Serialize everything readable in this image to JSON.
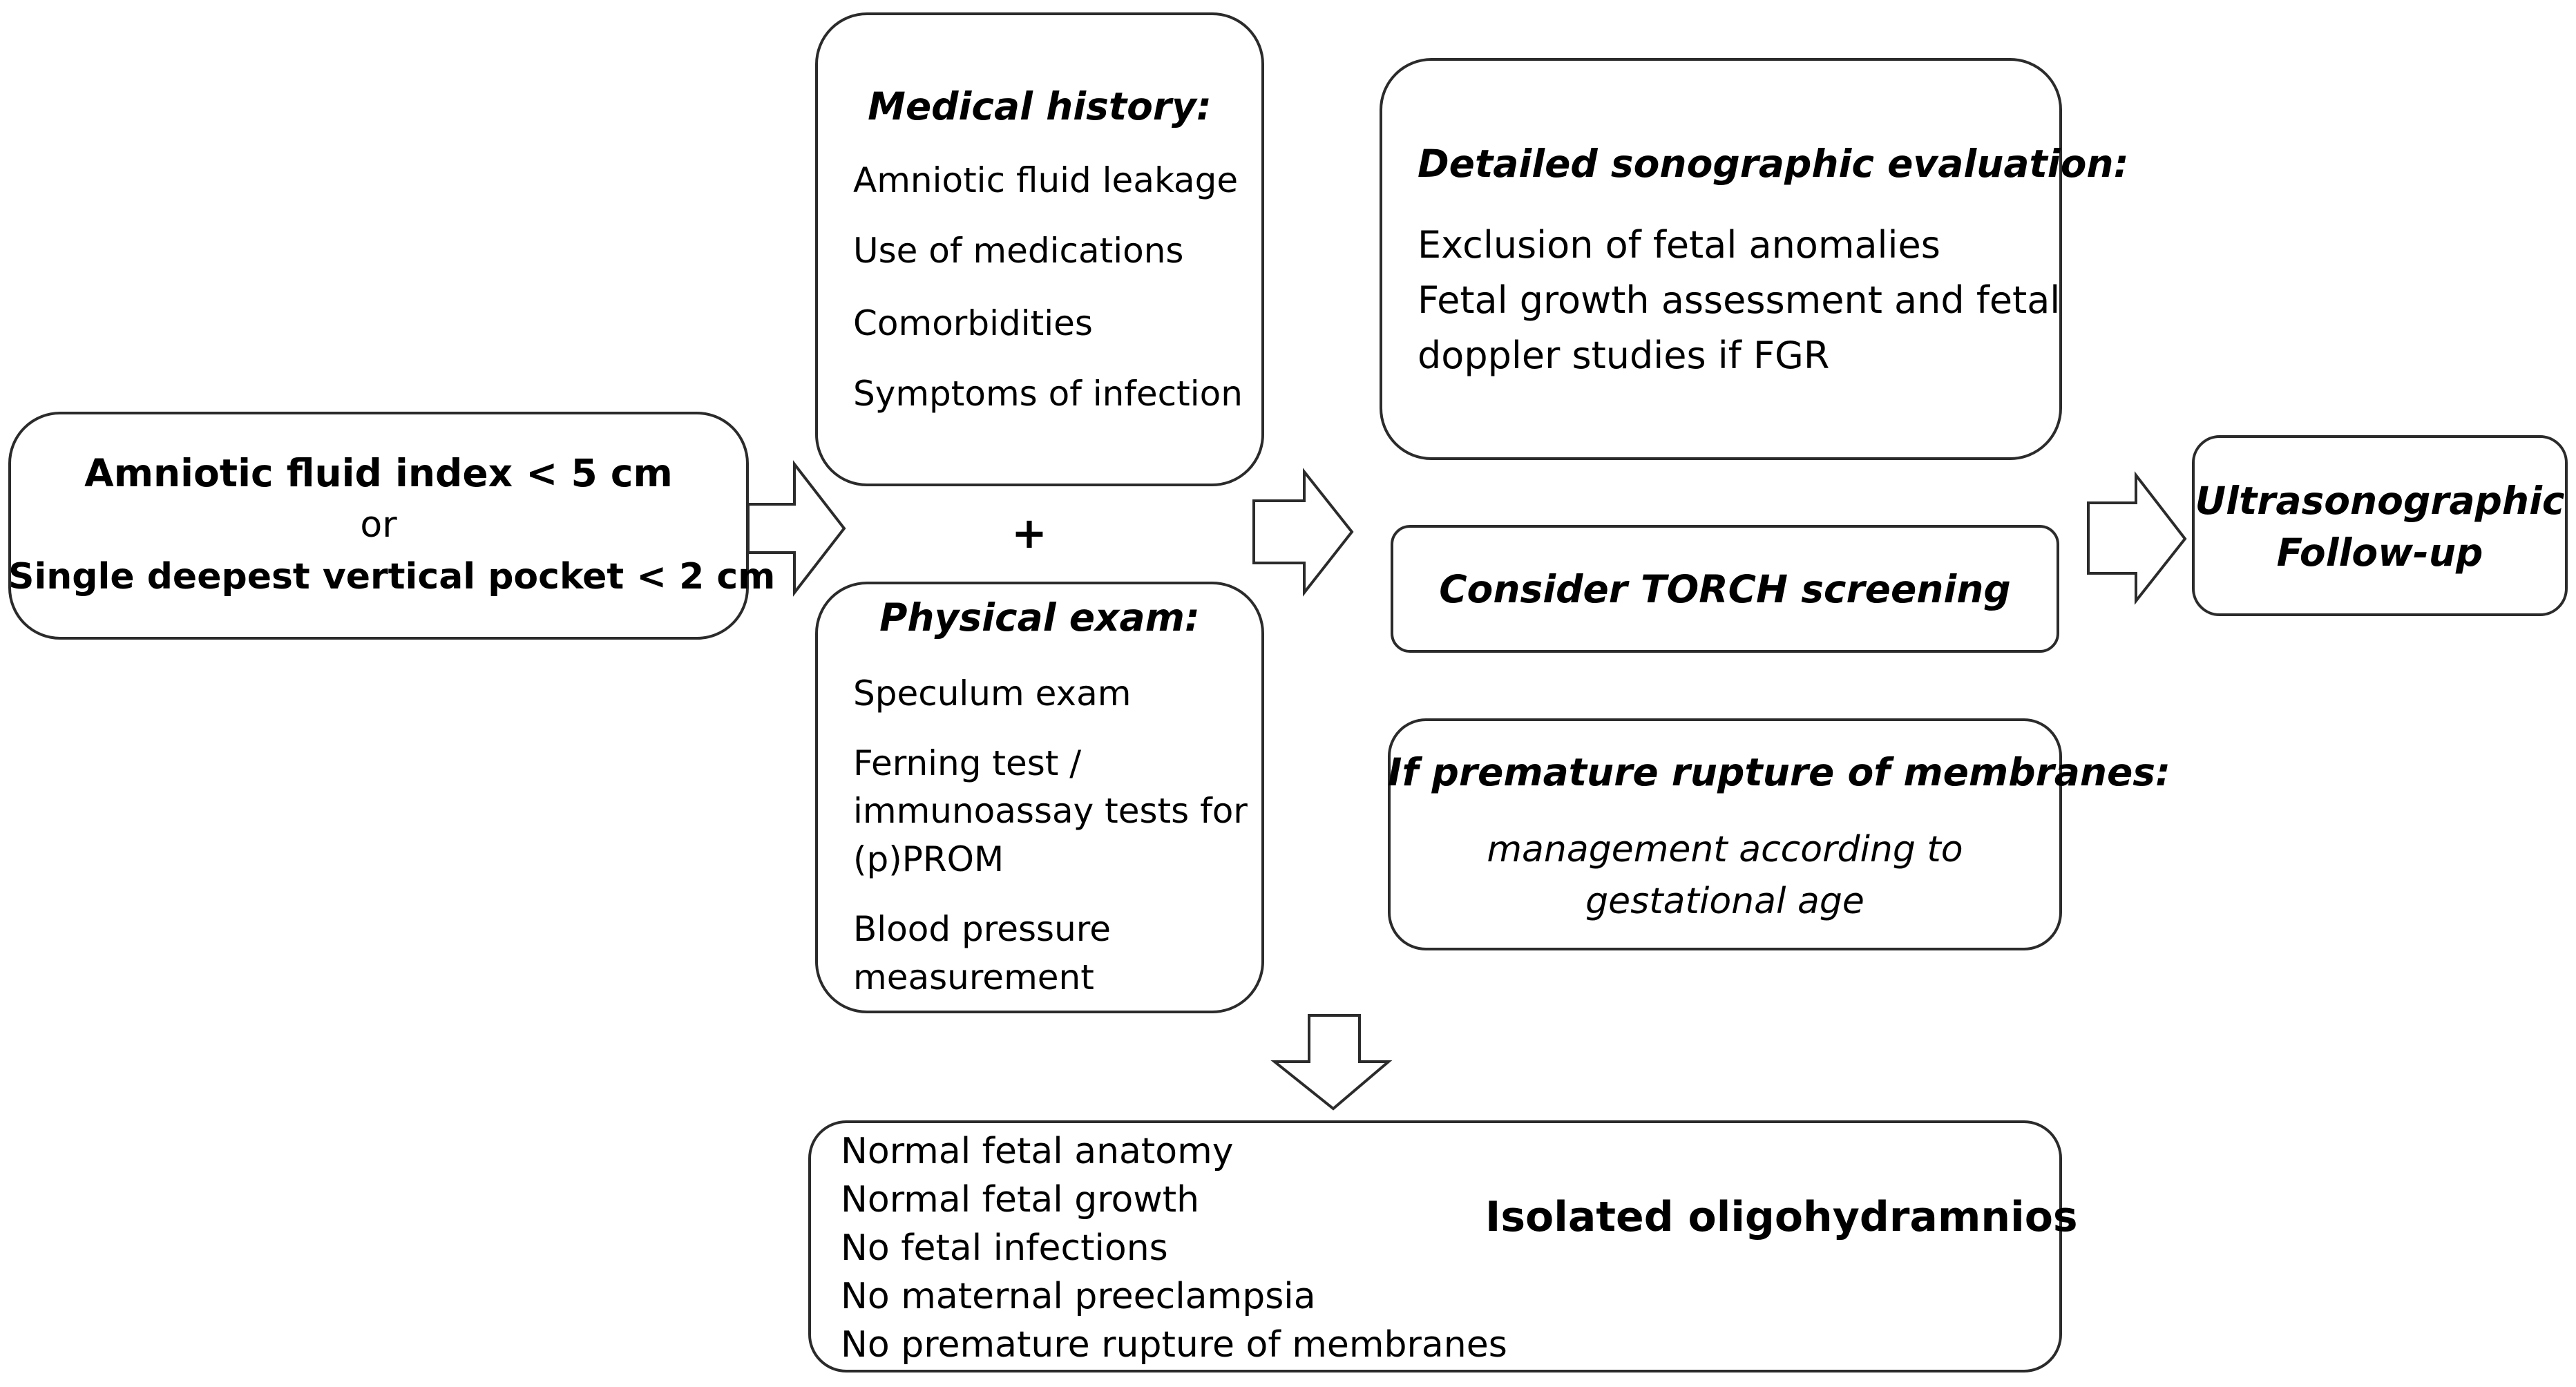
{
  "criteria": {
    "line1": "Amniotic fluid index < 5 cm",
    "line2": "or",
    "line3": "Single deepest vertical pocket < 2 cm"
  },
  "medical_history": {
    "title": "Medical history:",
    "items": [
      "Amniotic fluid leakage",
      "Use of medications",
      "Comorbidities",
      "Symptoms of infection"
    ]
  },
  "plus": "+",
  "physical_exam": {
    "title": "Physical exam:",
    "items": [
      [
        "Speculum exam"
      ],
      [
        "Ferning test /",
        "immunoassay tests for",
        "(p)PROM"
      ],
      [
        "Blood pressure",
        "measurement"
      ]
    ]
  },
  "sonographic": {
    "title": "Detailed sonographic evaluation:",
    "lines": [
      "Exclusion of fetal anomalies",
      "Fetal growth assessment and fetal",
      "doppler studies if FGR"
    ]
  },
  "torch": {
    "label": "Consider TORCH screening"
  },
  "prom": {
    "title": "If premature rupture of membranes:",
    "lines": [
      "management according to",
      "gestational age"
    ]
  },
  "followup": {
    "lines": [
      "Ultrasonographic",
      "Follow-up"
    ]
  },
  "isolated": {
    "conditions": [
      "Normal fetal anatomy",
      "Normal fetal growth",
      "No fetal infections",
      "No maternal preeclampsia",
      "No premature rupture of membranes"
    ],
    "result": "Isolated oligohydramnios"
  },
  "colors": {
    "border": "#2b2b2b",
    "text": "#000000",
    "background": "#ffffff"
  }
}
